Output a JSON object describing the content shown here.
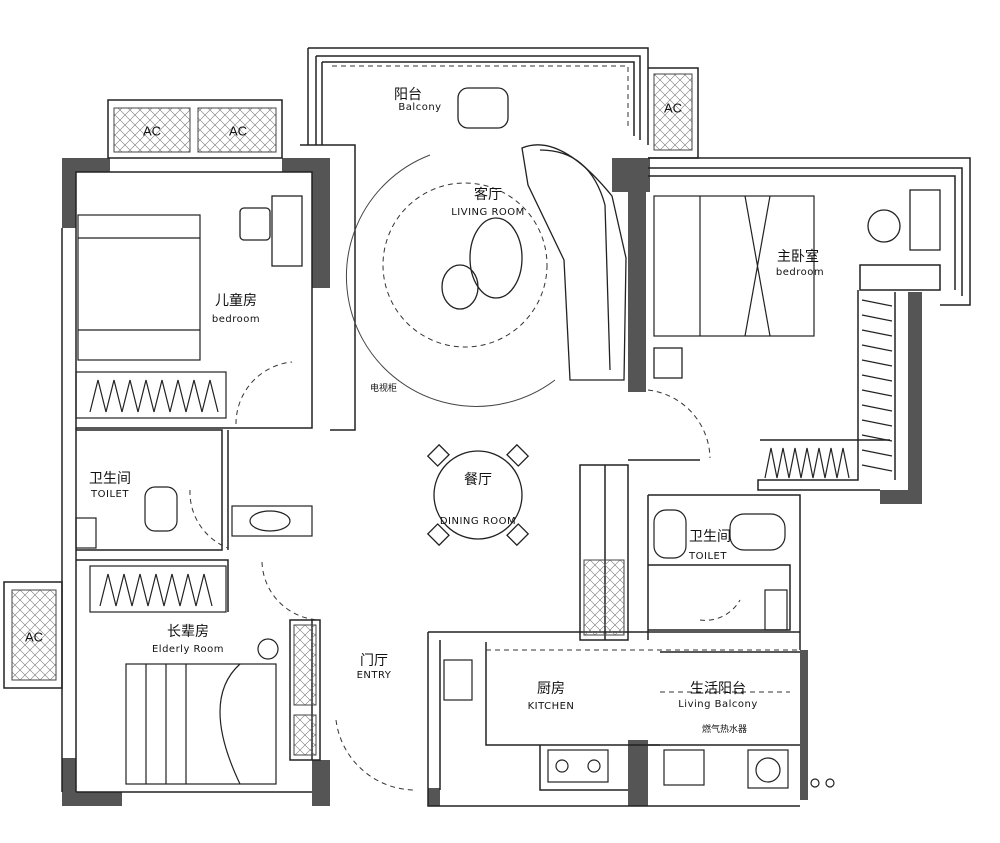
{
  "rooms": {
    "balcony": {
      "cn": "阳台",
      "en": "Balcony"
    },
    "living": {
      "cn": "客厅",
      "en": "LIVING ROOM"
    },
    "master": {
      "cn": "主卧室",
      "en": "bedroom"
    },
    "kids": {
      "cn": "儿童房",
      "en": "bedroom"
    },
    "toilet_left": {
      "cn": "卫生间",
      "en": "TOILET"
    },
    "dining": {
      "cn": "餐厅",
      "en": "DINING ROOM"
    },
    "toilet_right": {
      "cn": "卫生间",
      "en": "TOILET"
    },
    "elderly": {
      "cn": "长辈房",
      "en": "Elderly Room"
    },
    "entry": {
      "cn": "门厅",
      "en": "ENTRY"
    },
    "kitchen": {
      "cn": "厨房",
      "en": "KITCHEN"
    },
    "living_balcony": {
      "cn": "生活阳台",
      "en": "Living Balcony"
    }
  },
  "annotations": {
    "tv_cabinet": "电视柜",
    "water_heater": "燃气热水器"
  },
  "ac_units": [
    "AC",
    "AC",
    "AC",
    "AC"
  ],
  "colors": {
    "wall": "#555555",
    "line": "#222222",
    "hatch": "#888888"
  }
}
